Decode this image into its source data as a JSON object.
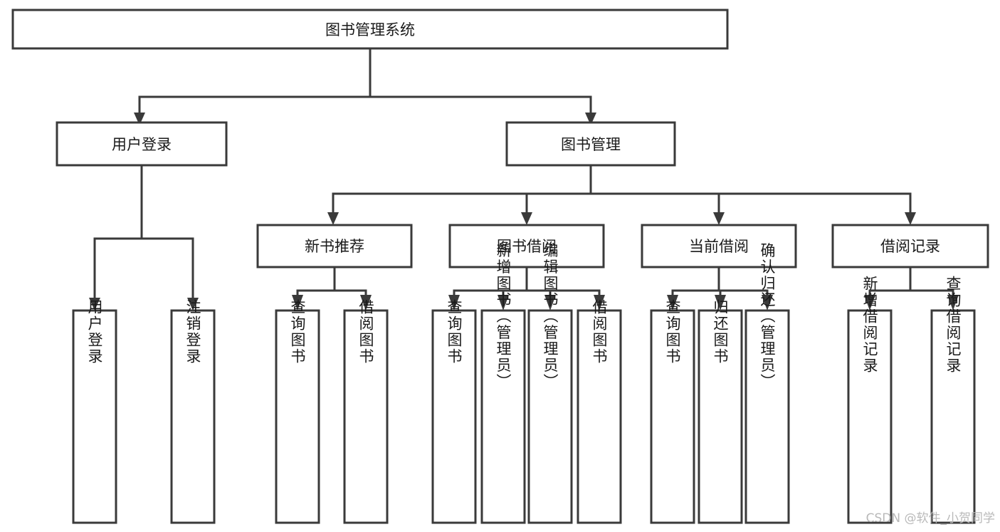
{
  "diagram": {
    "type": "tree",
    "title": "图书管理系统",
    "orientation": "top-down",
    "root": {
      "id": "root",
      "label": "图书管理系统"
    },
    "level1": [
      {
        "id": "user-login",
        "label": "用户登录"
      },
      {
        "id": "book-manage",
        "label": "图书管理"
      }
    ],
    "level2": [
      {
        "id": "new-book-recommend",
        "label": "新书推荐",
        "parent": "book-manage"
      },
      {
        "id": "book-borrow",
        "label": "图书借阅",
        "parent": "book-manage"
      },
      {
        "id": "current-borrow",
        "label": "当前借阅",
        "parent": "book-manage"
      },
      {
        "id": "borrow-record",
        "label": "借阅记录",
        "parent": "book-manage"
      }
    ],
    "leaves": {
      "user-login": [
        {
          "id": "leaf-user-login",
          "label": "用户登录"
        },
        {
          "id": "leaf-user-logout",
          "label": "注销登录"
        }
      ],
      "new-book-recommend": [
        {
          "id": "leaf-query-book-1",
          "label": "查询图书"
        },
        {
          "id": "leaf-borrow-book-1",
          "label": "借阅图书"
        }
      ],
      "book-borrow": [
        {
          "id": "leaf-query-book-2",
          "label": "查询图书"
        },
        {
          "id": "leaf-add-book",
          "label": "新增图书（管理员）"
        },
        {
          "id": "leaf-edit-book",
          "label": "编辑图书（管理员）"
        },
        {
          "id": "leaf-borrow-book-2",
          "label": "借阅图书"
        }
      ],
      "current-borrow": [
        {
          "id": "leaf-query-book-3",
          "label": "查询图书"
        },
        {
          "id": "leaf-return-book",
          "label": "归还图书"
        },
        {
          "id": "leaf-confirm-return",
          "label": "确认归还（管理员）"
        }
      ],
      "borrow-record": [
        {
          "id": "leaf-add-record",
          "label": "新增借阅记录"
        },
        {
          "id": "leaf-query-record",
          "label": "查询借阅记录"
        }
      ]
    }
  },
  "watermark": {
    "text": "CSDN @软件_小贺同学"
  },
  "colors": {
    "stroke": "#3a3a3a",
    "fill": "#ffffff",
    "text": "#1a1a1a",
    "watermark": "#b9b9b9",
    "background": "#ffffff"
  }
}
